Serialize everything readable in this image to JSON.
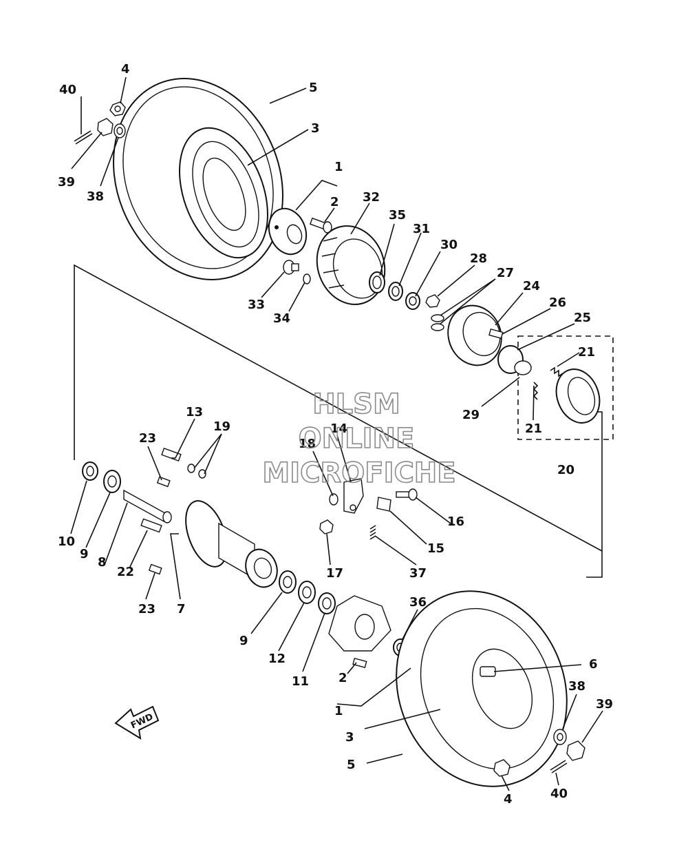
{
  "watermark": {
    "line1": "HLSM",
    "line2": "ONLINE",
    "line3": "MICROFICHE"
  },
  "direction_label": "FWD",
  "callouts": [
    {
      "id": "c40a",
      "label": "40"
    },
    {
      "id": "c4a",
      "label": "4"
    },
    {
      "id": "c5a",
      "label": "5"
    },
    {
      "id": "c3a",
      "label": "3"
    },
    {
      "id": "c39a",
      "label": "39"
    },
    {
      "id": "c38a",
      "label": "38"
    },
    {
      "id": "c1a",
      "label": "1"
    },
    {
      "id": "c2a",
      "label": "2"
    },
    {
      "id": "c32",
      "label": "32"
    },
    {
      "id": "c35",
      "label": "35"
    },
    {
      "id": "c31",
      "label": "31"
    },
    {
      "id": "c30",
      "label": "30"
    },
    {
      "id": "c28",
      "label": "28"
    },
    {
      "id": "c27",
      "label": "27"
    },
    {
      "id": "c24",
      "label": "24"
    },
    {
      "id": "c26",
      "label": "26"
    },
    {
      "id": "c25",
      "label": "25"
    },
    {
      "id": "c33",
      "label": "33"
    },
    {
      "id": "c34",
      "label": "34"
    },
    {
      "id": "c21a",
      "label": "21"
    },
    {
      "id": "c21b",
      "label": "21"
    },
    {
      "id": "c29",
      "label": "29"
    },
    {
      "id": "c20",
      "label": "20"
    },
    {
      "id": "c13",
      "label": "13"
    },
    {
      "id": "c19",
      "label": "19"
    },
    {
      "id": "c23a",
      "label": "23"
    },
    {
      "id": "c14",
      "label": "14"
    },
    {
      "id": "c18",
      "label": "18"
    },
    {
      "id": "c16",
      "label": "16"
    },
    {
      "id": "c15",
      "label": "15"
    },
    {
      "id": "c37",
      "label": "37"
    },
    {
      "id": "c17",
      "label": "17"
    },
    {
      "id": "c10",
      "label": "10"
    },
    {
      "id": "c9a",
      "label": "9"
    },
    {
      "id": "c8",
      "label": "8"
    },
    {
      "id": "c22",
      "label": "22"
    },
    {
      "id": "c23b",
      "label": "23"
    },
    {
      "id": "c7",
      "label": "7"
    },
    {
      "id": "c9b",
      "label": "9"
    },
    {
      "id": "c12",
      "label": "12"
    },
    {
      "id": "c11",
      "label": "11"
    },
    {
      "id": "c36",
      "label": "36"
    },
    {
      "id": "c2b",
      "label": "2"
    },
    {
      "id": "c1b",
      "label": "1"
    },
    {
      "id": "c6",
      "label": "6"
    },
    {
      "id": "c38b",
      "label": "38"
    },
    {
      "id": "c39b",
      "label": "39"
    },
    {
      "id": "c3b",
      "label": "3"
    },
    {
      "id": "c5b",
      "label": "5"
    },
    {
      "id": "c4b",
      "label": "4"
    },
    {
      "id": "c40b",
      "label": "40"
    }
  ]
}
